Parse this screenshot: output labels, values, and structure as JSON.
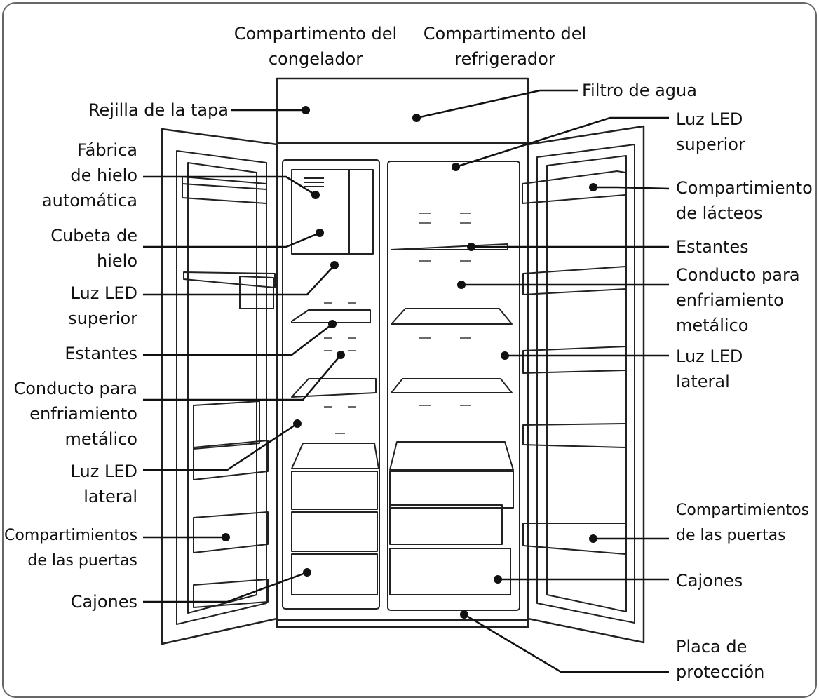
{
  "labels": {
    "compartimento_congelador": [
      "Compartimento del",
      "congelador"
    ],
    "compartimento_refrigerador": [
      "Compartimento del",
      "refrigerador"
    ],
    "rejilla_tapa": [
      "Rejilla de la tapa"
    ],
    "fabrica_hielo": [
      "Fábrica",
      "de hielo",
      "automática"
    ],
    "cubeta_hielo": [
      "Cubeta de",
      "hielo"
    ],
    "luz_led_superior_izq": [
      "Luz LED",
      "superior"
    ],
    "estantes_izq": [
      "Estantes"
    ],
    "conducto_izq": [
      "Conducto para",
      "enfriamiento",
      "metálico"
    ],
    "luz_led_lateral_izq": [
      "Luz LED",
      "lateral"
    ],
    "compartimientos_puertas_izq": [
      "Compartimientos",
      "de las puertas"
    ],
    "cajones_izq": [
      "Cajones"
    ],
    "filtro_agua": [
      "Filtro de agua"
    ],
    "luz_led_superior_der": [
      "Luz LED",
      "superior"
    ],
    "compartimiento_lacteos": [
      "Compartimiento",
      "de lácteos"
    ],
    "estantes_der": [
      "Estantes"
    ],
    "conducto_der": [
      "Conducto para",
      "enfriamiento",
      "metálico"
    ],
    "luz_led_lateral_der": [
      "Luz LED",
      "lateral"
    ],
    "compartimientos_puertas_der": [
      "Compartimientos",
      "de las puertas"
    ],
    "cajones_der": [
      "Cajones"
    ],
    "placa_proteccion": [
      "Placa de",
      "protección"
    ]
  }
}
